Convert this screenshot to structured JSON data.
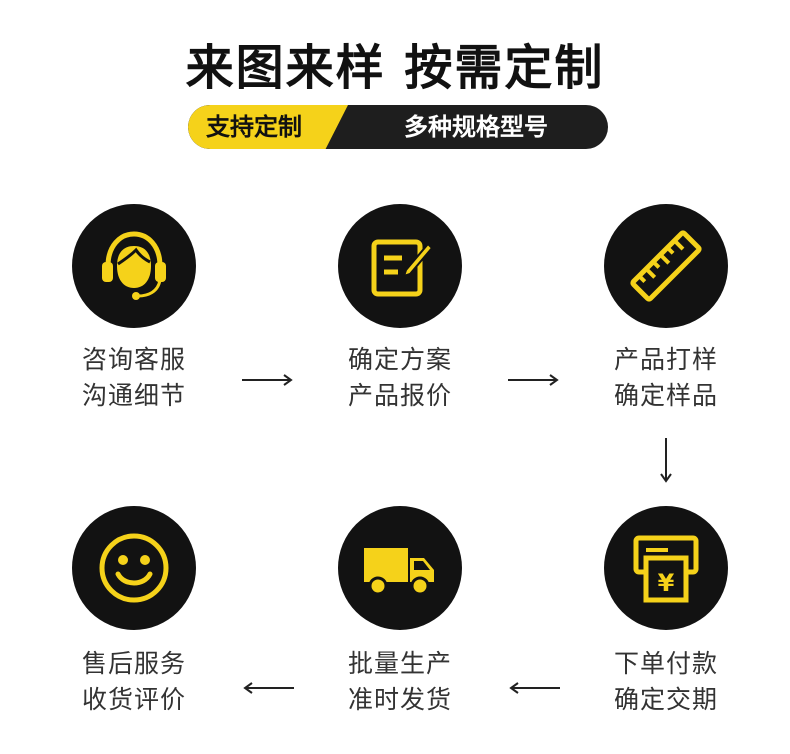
{
  "header": {
    "title": "来图来样 按需定制",
    "tag_left": "支持定制",
    "tag_right": "多种规格型号"
  },
  "colors": {
    "accent": "#f5d21a",
    "dark": "#121212"
  },
  "steps": [
    {
      "icon": "headset-icon",
      "line1": "咨询客服",
      "line2": "沟通细节"
    },
    {
      "icon": "edit-note-icon",
      "line1": "确定方案",
      "line2": "产品报价"
    },
    {
      "icon": "ruler-icon",
      "line1": "产品打样",
      "line2": "确定样品"
    },
    {
      "icon": "payment-terminal-icon",
      "line1": "下单付款",
      "line2": "确定交期"
    },
    {
      "icon": "truck-icon",
      "line1": "批量生产",
      "line2": "准时发货"
    },
    {
      "icon": "smiley-icon",
      "line1": "售后服务",
      "line2": "收货评价"
    }
  ]
}
